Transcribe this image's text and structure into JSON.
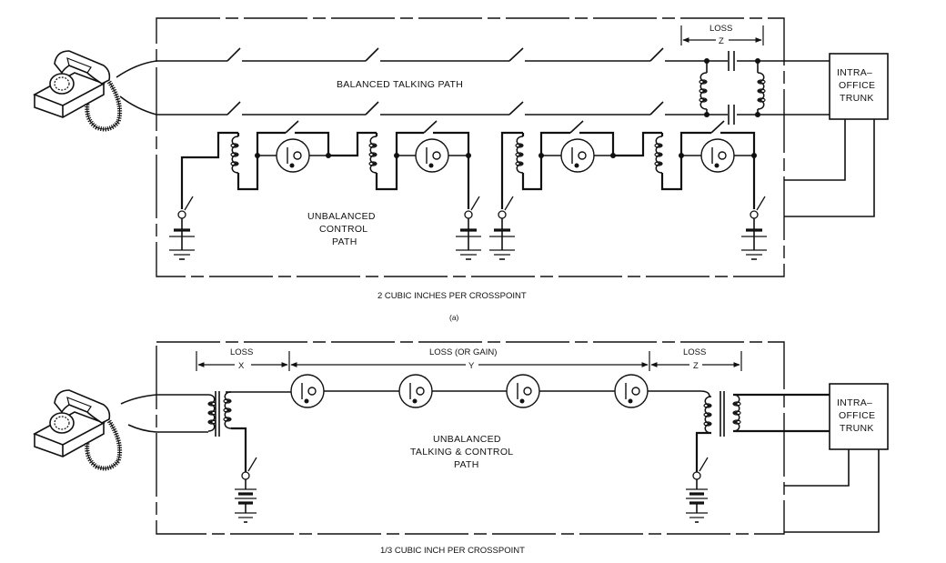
{
  "figure_a": {
    "talking_path_label": "BALANCED TALKING PATH",
    "control_path_label": [
      "UNBALANCED",
      "CONTROL",
      "PATH"
    ],
    "loss_label": "LOSS",
    "loss_var": "Z",
    "trunk_label": [
      "INTRA–",
      "OFFICE",
      "TRUNK"
    ],
    "caption": "2 CUBIC INCHES PER CROSSPOINT",
    "sublabel": "(a)"
  },
  "figure_b": {
    "loss_x_label": "LOSS",
    "loss_x_var": "X",
    "loss_y_label": "LOSS (OR GAIN)",
    "loss_y_var": "Y",
    "loss_z_label": "LOSS",
    "loss_z_var": "Z",
    "path_label": [
      "UNBALANCED",
      "TALKING & CONTROL",
      "PATH"
    ],
    "trunk_label": [
      "INTRA–",
      "OFFICE",
      "TRUNK"
    ],
    "caption": "1/3 CUBIC INCH PER CROSSPOINT"
  },
  "icons": {
    "telephone": "telephone-icon",
    "relay_coil": "relay-coil-icon",
    "gas_tube": "gas-tube-crosspoint-icon",
    "battery": "battery-icon",
    "ground": "ground-icon",
    "switch": "switch-icon",
    "transformer": "transformer-icon",
    "capacitor": "capacitor-icon"
  }
}
